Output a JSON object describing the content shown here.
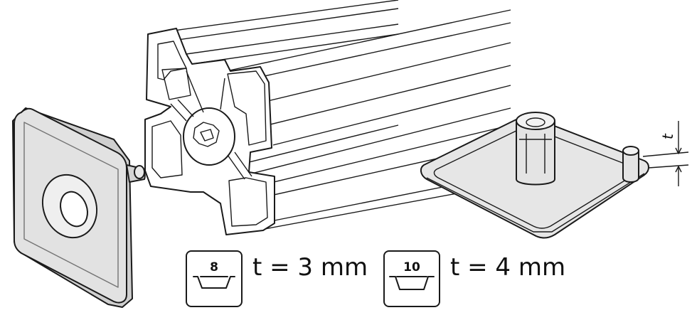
{
  "colors": {
    "line": "#1a1a1a",
    "cap_fill": "#e2e2e2",
    "cap_face": "#d7d7d7",
    "profile_fill": "#ffffff",
    "profile_inner": "#f3f3f3"
  },
  "dimension": {
    "label": "t"
  },
  "legend": [
    {
      "slot": "8",
      "text": "t = 3 mm",
      "icon": "slot-8-icon"
    },
    {
      "slot": "10",
      "text": "t = 4 mm",
      "icon": "slot-10-icon"
    }
  ]
}
